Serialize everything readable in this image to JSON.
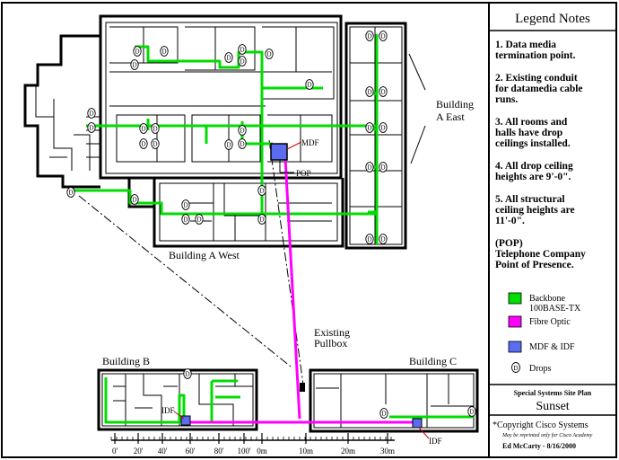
{
  "legend": {
    "title": "Legend Notes",
    "notes": [
      [
        "1. Data media",
        "termination point."
      ],
      [
        "2. Existing conduit",
        "for datamedia cable",
        "runs."
      ],
      [
        "3. All rooms and",
        "halls have drop",
        "ceilings installed."
      ],
      [
        "4. All drop ceiling",
        "heights are 9'-0\"."
      ],
      [
        "5. All structural",
        "ceiling heights are",
        "11'-0\"."
      ],
      [
        "(POP)",
        "Telephone Company",
        "Point of Presence."
      ]
    ],
    "items": [
      {
        "label_lines": [
          "Backbone",
          "100BASE-TX"
        ],
        "color": "#00dd00"
      },
      {
        "label_lines": [
          "Fibre Optic"
        ],
        "color": "#ff00ff"
      },
      {
        "label_lines": [
          "MDF & IDF"
        ],
        "color": "#5a6cf0"
      },
      {
        "label_lines": [
          "Drops"
        ],
        "icon": "drop-symbol-icon"
      }
    ]
  },
  "title_block": {
    "plan_type": "Special Systems Site Plan",
    "site_name": "Sunset",
    "copyright": "*Copyright Cisco Systems",
    "reprint_note": "May be reprinted only for Cisco Academy",
    "author_line": "Ed McCarty - 8/16/2000"
  },
  "labels": {
    "building_a_east": [
      "Building",
      "A East"
    ],
    "building_a_west": "Building A West",
    "building_b": "Building B",
    "building_c": "Building C",
    "mdf": "MDF",
    "pop": "POP",
    "idf_b": "IDF",
    "idf_c": "IDF",
    "pullbox": [
      "Existing",
      "Pullbox"
    ],
    "drop_symbol": "D"
  },
  "scale_bar": {
    "labels": [
      "0'",
      "20'",
      "40'",
      "60'",
      "80'",
      "100'",
      "0m",
      "10m",
      "20m",
      "30m"
    ]
  },
  "colors": {
    "backbone": "#00dd00",
    "fibre": "#ff00ff",
    "closet": "#5a6cf0",
    "walls": "#000000"
  }
}
